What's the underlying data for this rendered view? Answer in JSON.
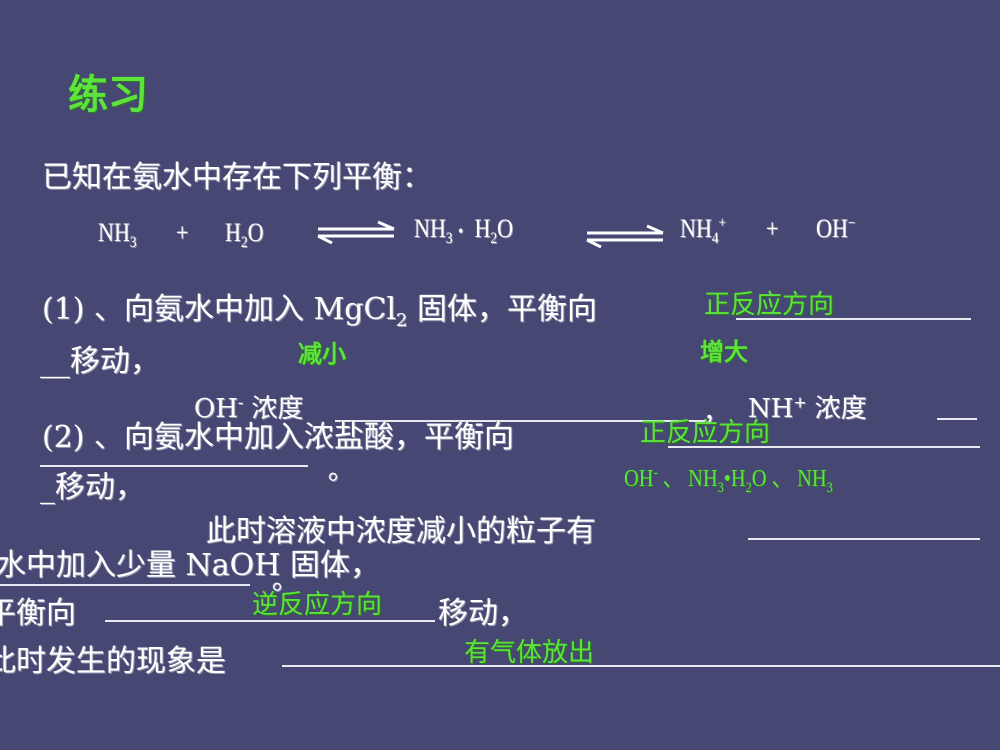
{
  "slide": {
    "background": "#464873",
    "accent_color": "#5de43c",
    "title": "练习",
    "intro": "已知在氨水中存在下列平衡：",
    "equation": {
      "reactant1": "NH",
      "reactant1_sub": "3",
      "plus1": "+",
      "reactant2_a": "H",
      "reactant2_sub": "2",
      "reactant2_b": "O",
      "arrow1": "equilibrium-arrow",
      "middle_a": "NH",
      "middle_sub1": "3",
      "middle_dot": "•",
      "middle_b": "H",
      "middle_sub2": "2",
      "middle_c": "O",
      "arrow2": "equilibrium-arrow",
      "product1": "NH",
      "product1_sub": "4",
      "product1_sup": "+",
      "plus2": "+",
      "product2": "OH",
      "product2_sup": "−"
    },
    "q1": {
      "text": "(1) 、向氨水中加入 MgCl",
      "text_sub": "2",
      "text_tail": " 固体，平衡向",
      "line2": "__移动，",
      "oh_label": "OH",
      "oh_sup": "-",
      "oh_tail": " 浓度",
      "comma": "，",
      "nh_label": "NH",
      "nh_sup": "+",
      "nh_tail": " 浓度",
      "answer_direction": "正反应方向",
      "answer_oh": "减小",
      "answer_nh": "增大"
    },
    "q2": {
      "text": "(2) 、向氨水中加入浓盐酸，平衡向",
      "line2": "_移动，",
      "period": "。",
      "line3": "此时溶液中浓度减小的粒子有",
      "answer_direction": "正反应方向",
      "answer_particles": {
        "a": "OH",
        "a_sup": "-",
        "sep1": " 、 ",
        "b": "NH",
        "b_sub": "3",
        "b_dot": "•",
        "c": "H",
        "c_sub": "2",
        "c_tail": "O",
        "sep2": " 、 ",
        "d": "NH",
        "d_sub": "3"
      }
    },
    "q3": {
      "text": "水中加入少量 NaOH 固体，",
      "period": "。",
      "line2_prefix": "平衡向",
      "line2_suffix": "移动，",
      "line3": "此时发生的现象是",
      "answer_direction": "逆反应方向",
      "answer_phenomenon": "有气体放出"
    }
  }
}
